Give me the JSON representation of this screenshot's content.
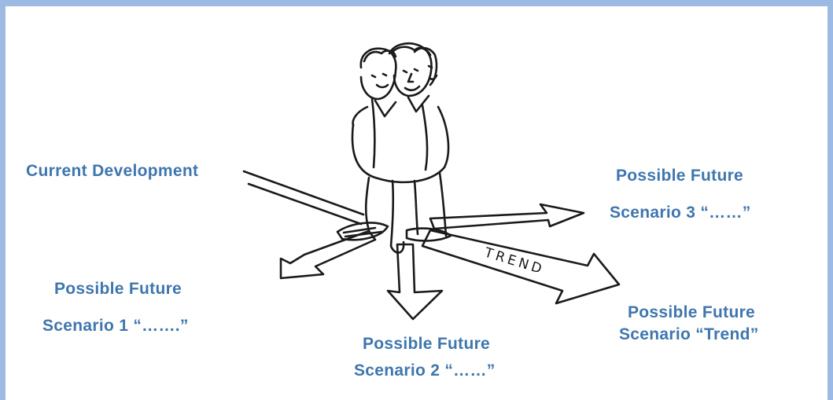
{
  "diagram": {
    "labels": {
      "current_development": "Current Development",
      "scenario3_line1": "Possible Future",
      "scenario3_line2": "Scenario 3 “……”",
      "scenario1_line1": "Possible Future",
      "scenario1_line2": "Scenario 1 “…….”",
      "scenario2_line1": "Possible Future",
      "scenario2_line2": "Scenario 2 “……”",
      "trend_line1": "Possible Future",
      "trend_line2": "Scenario “Trend”"
    },
    "arrow_text": "TREND",
    "colors": {
      "label": "#3f76ae",
      "frame": "#9dbbe2",
      "ink": "#1a1a1a"
    }
  }
}
